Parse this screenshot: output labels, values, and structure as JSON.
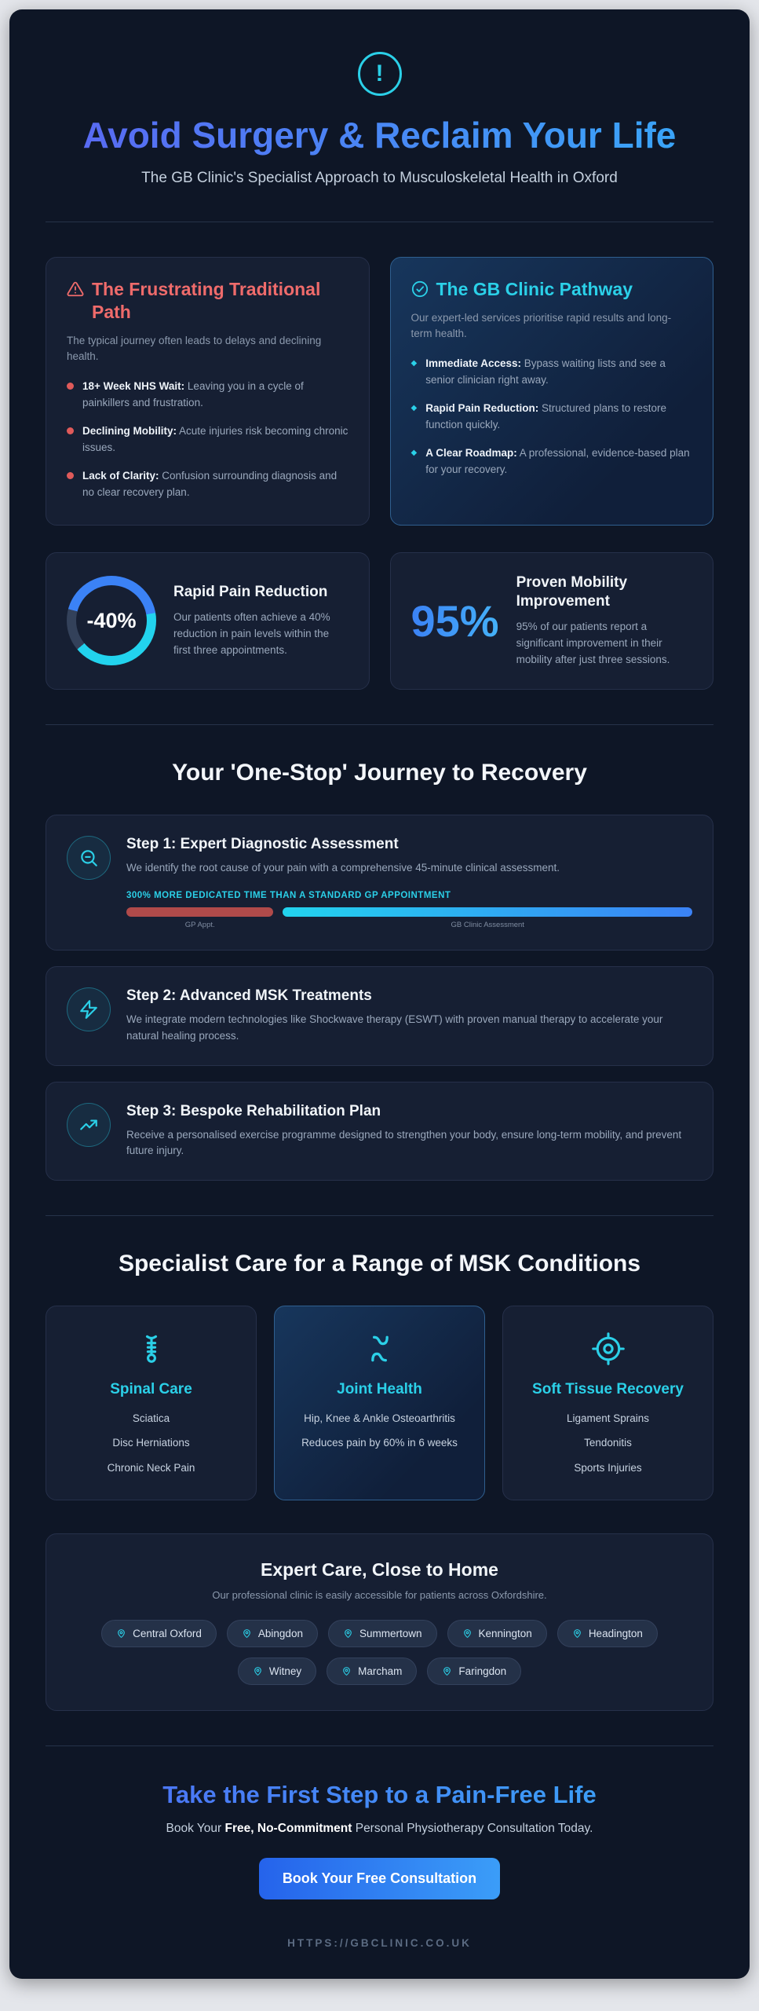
{
  "theme": {
    "accent_cyan": "#2bd0e8",
    "accent_blue": "#3b82f6",
    "accent_red": "#ef6b6b",
    "page_bg": "#0e1626"
  },
  "header": {
    "title": "Avoid Surgery & Reclaim Your Life",
    "subtitle": "The GB Clinic's Specialist Approach to Musculoskeletal Health in Oxford"
  },
  "comparison": {
    "traditional": {
      "title": "The Frustrating Traditional Path",
      "intro": "The typical journey often leads to delays and declining health.",
      "items": [
        {
          "label": "18+ Week NHS Wait:",
          "text": " Leaving you in a cycle of painkillers and frustration."
        },
        {
          "label": "Declining Mobility:",
          "text": " Acute injuries risk becoming chronic issues."
        },
        {
          "label": "Lack of Clarity:",
          "text": " Confusion surrounding diagnosis and no clear recovery plan."
        }
      ]
    },
    "pathway": {
      "title": "The GB Clinic Pathway",
      "intro": "Our expert-led services prioritise rapid results and long-term health.",
      "items": [
        {
          "label": "Immediate Access:",
          "text": " Bypass waiting lists and see a senior clinician right away."
        },
        {
          "label": "Rapid Pain Reduction:",
          "text": " Structured plans to restore function quickly."
        },
        {
          "label": "A Clear Roadmap:",
          "text": " A professional, evidence-based plan for your recovery."
        }
      ]
    }
  },
  "stats": {
    "pain": {
      "value": "-40%",
      "title": "Rapid Pain Reduction",
      "text": "Our patients often achieve a 40% reduction in pain levels within the first three appointments."
    },
    "mobility": {
      "value": "95%",
      "title": "Proven Mobility Improvement",
      "text": "95% of our patients report a significant improvement in their mobility after just three sessions."
    }
  },
  "journey": {
    "title": "Your 'One-Stop' Journey to Recovery",
    "steps": [
      {
        "title": "Step 1: Expert Diagnostic Assessment",
        "text": "We identify the root cause of your pain with a comprehensive 45-minute clinical assessment.",
        "chart_caption": "300% MORE DEDICATED TIME THAN A STANDARD GP APPOINTMENT",
        "bar_left_label": "GP Appt.",
        "bar_right_label": "GB Clinic Assessment"
      },
      {
        "title": "Step 2: Advanced MSK Treatments",
        "text": "We integrate modern technologies like Shockwave therapy (ESWT) with proven manual therapy to accelerate your natural healing process."
      },
      {
        "title": "Step 3: Bespoke Rehabilitation Plan",
        "text": "Receive a personalised exercise programme designed to strengthen your body, ensure long-term mobility, and prevent future injury."
      }
    ]
  },
  "conditions": {
    "title": "Specialist Care for a Range of MSK Conditions",
    "cards": [
      {
        "title": "Spinal Care",
        "items": [
          "Sciatica",
          "Disc Herniations",
          "Chronic Neck Pain"
        ]
      },
      {
        "title": "Joint Health",
        "items": [
          "Hip, Knee & Ankle Osteoarthritis",
          "Reduces pain by 60% in 6 weeks"
        ]
      },
      {
        "title": "Soft Tissue Recovery",
        "items": [
          "Ligament Sprains",
          "Tendonitis",
          "Sports Injuries"
        ]
      }
    ]
  },
  "locations": {
    "title": "Expert Care, Close to Home",
    "subtitle": "Our professional clinic is easily accessible for patients across Oxfordshire.",
    "places": [
      "Central Oxford",
      "Abingdon",
      "Summertown",
      "Kennington",
      "Headington",
      "Witney",
      "Marcham",
      "Faringdon"
    ]
  },
  "cta": {
    "title": "Take the First Step to a Pain-Free Life",
    "body_prefix": "Book Your ",
    "body_bold": "Free, No-Commitment",
    "body_suffix": " Personal Physiotherapy Consultation Today.",
    "button": "Book Your Free Consultation"
  },
  "footer": {
    "url": "HTTPS://GBCLINIC.CO.UK"
  }
}
